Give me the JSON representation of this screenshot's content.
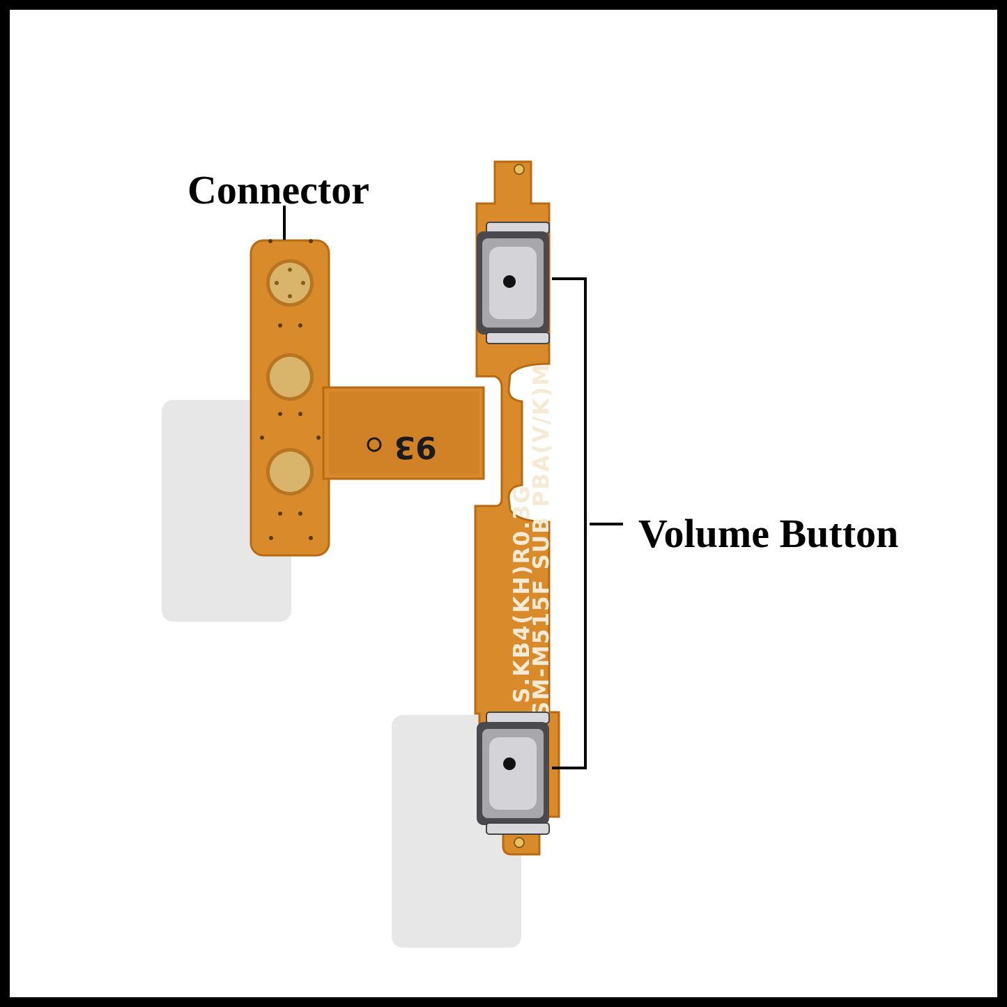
{
  "image": {
    "subject": "volume button flex cable",
    "colors": {
      "frame": "#000000",
      "background": "#ffffff",
      "flex": "#d98a2b",
      "flex_edge": "#b86a12",
      "pad": "#d8b56a",
      "shadow": "#e6e6e6",
      "switch_metal": "#a8a8ac"
    }
  },
  "callouts": {
    "connector": "Connector",
    "volume_button": "Volume Button"
  },
  "pcb_markings": {
    "line1": "S.KB4(KH)R0.3G",
    "line2": "SM-M515F SUB PBA(V/K)M",
    "code": "93"
  }
}
